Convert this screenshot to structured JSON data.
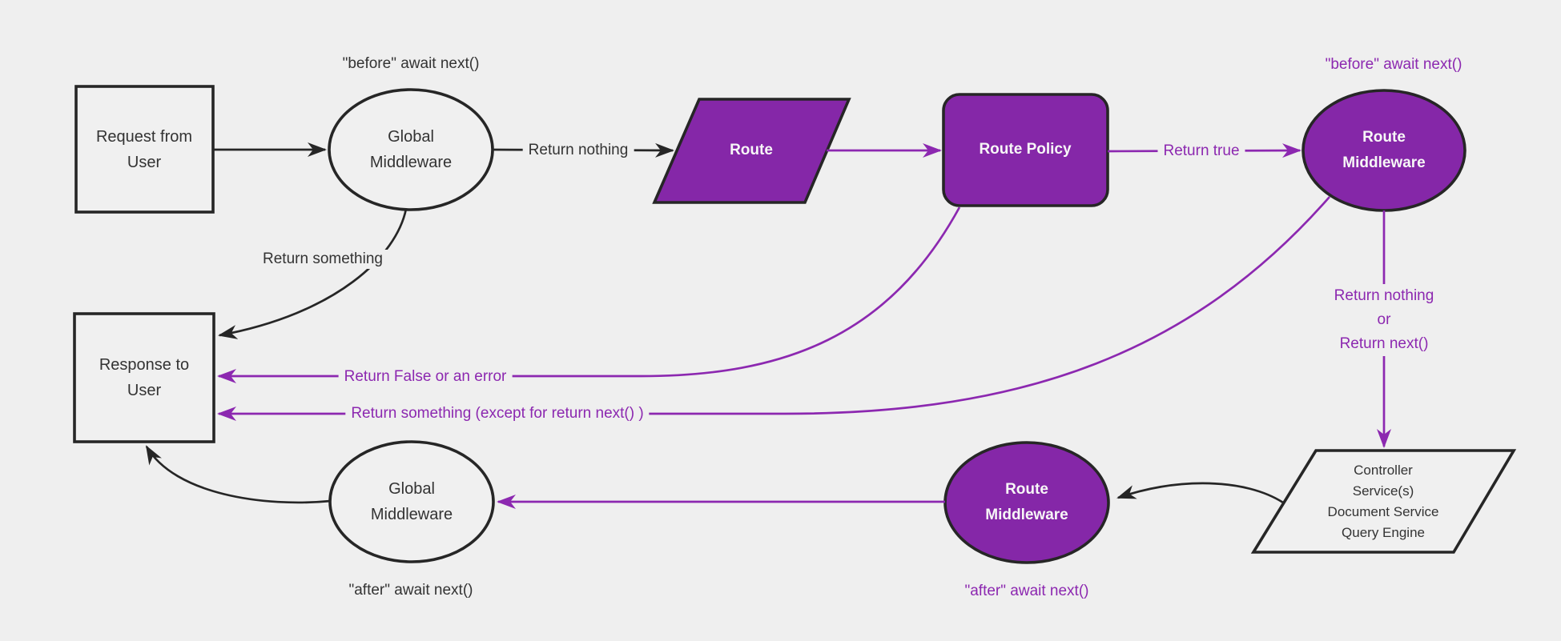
{
  "theme": {
    "bg": "#efefef",
    "node-light-fill": "#f0f0f0",
    "purple-fill": "#8527a8",
    "purple-line": "#8c28b0",
    "black-stroke": "#262626",
    "text-dark": "#333333",
    "text-light": "#f7f7f7"
  },
  "nodes": {
    "request": {
      "label": "Request from\nUser"
    },
    "global_middleware_top": {
      "label": "Global\nMiddleware"
    },
    "route": {
      "label": "Route"
    },
    "route_policy": {
      "label": "Route Policy"
    },
    "route_middleware_top": {
      "label": "Route\nMiddleware"
    },
    "controller": {
      "label": "Controller\nService(s)\nDocument Service\nQuery Engine"
    },
    "route_middleware_bottom": {
      "label": "Route\nMiddleware"
    },
    "global_middleware_bottom": {
      "label": "Global\nMiddleware"
    },
    "response": {
      "label": "Response to\nUser"
    }
  },
  "labels": {
    "before_await_black": "\"before\" await next()",
    "return_nothing": "Return nothing",
    "return_true": "Return true",
    "before_await_purple": "\"before\" await next()",
    "return_nothing_or_next": "Return nothing\nor\nReturn next()",
    "return_something": "Return something",
    "return_false_or_error": "Return False or an error",
    "return_something_except": "Return something (except for return next() )",
    "after_await_purple": "\"after\" await next()",
    "after_await_black": "\"after\" await next()"
  }
}
